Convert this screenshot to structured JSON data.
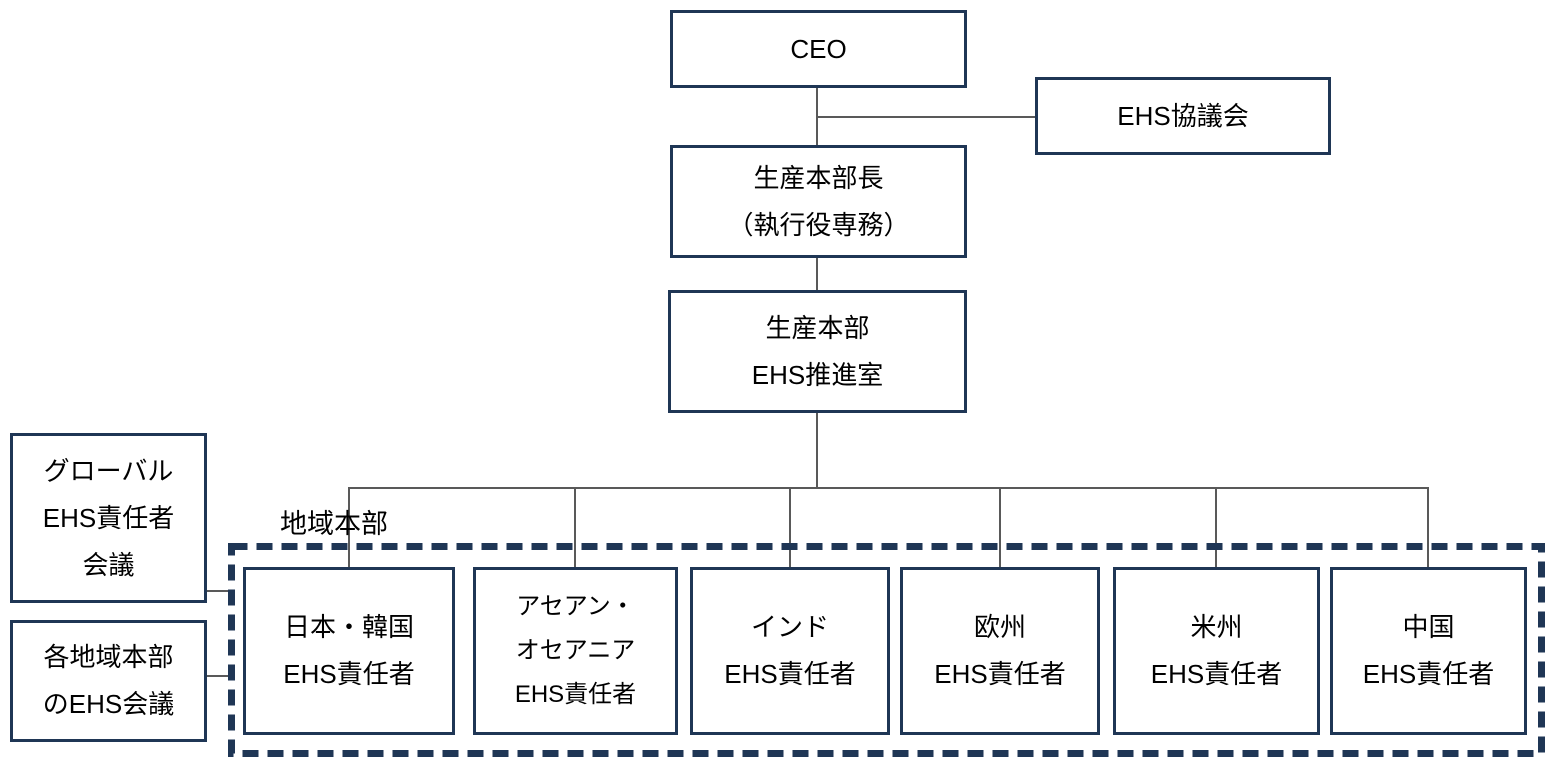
{
  "colors": {
    "box_border": "#1f3655",
    "dashed_border": "#1f3655",
    "connector_line": "#595959",
    "text": "#000000",
    "background": "#ffffff"
  },
  "chart": {
    "type": "org-chart",
    "ceo": {
      "lines": [
        "CEO"
      ]
    },
    "ehs_council": {
      "lines": [
        "EHS協議会"
      ]
    },
    "production_director": {
      "lines": [
        "生産本部長",
        "（執行役専務）"
      ]
    },
    "ehs_promotion_office": {
      "lines": [
        "生産本部",
        "EHS推進室"
      ]
    },
    "global_ehs_managers_meeting": {
      "lines": [
        "グローバル",
        "EHS責任者",
        "会議"
      ]
    },
    "regional_hq_ehs_meetings": {
      "lines": [
        "各地域本部",
        "のEHS会議"
      ]
    },
    "regional_hq_group_label": "地域本部",
    "regions": [
      {
        "name": "japan-korea",
        "lines": [
          "日本・韓国",
          "EHS責任者"
        ]
      },
      {
        "name": "asean-oceania",
        "lines": [
          "アセアン・",
          "オセアニア",
          "EHS責任者"
        ]
      },
      {
        "name": "india",
        "lines": [
          "インド",
          "EHS責任者"
        ]
      },
      {
        "name": "europe",
        "lines": [
          "欧州",
          "EHS責任者"
        ]
      },
      {
        "name": "americas",
        "lines": [
          "米州",
          "EHS責任者"
        ]
      },
      {
        "name": "china",
        "lines": [
          "中国",
          "EHS責任者"
        ]
      }
    ]
  }
}
